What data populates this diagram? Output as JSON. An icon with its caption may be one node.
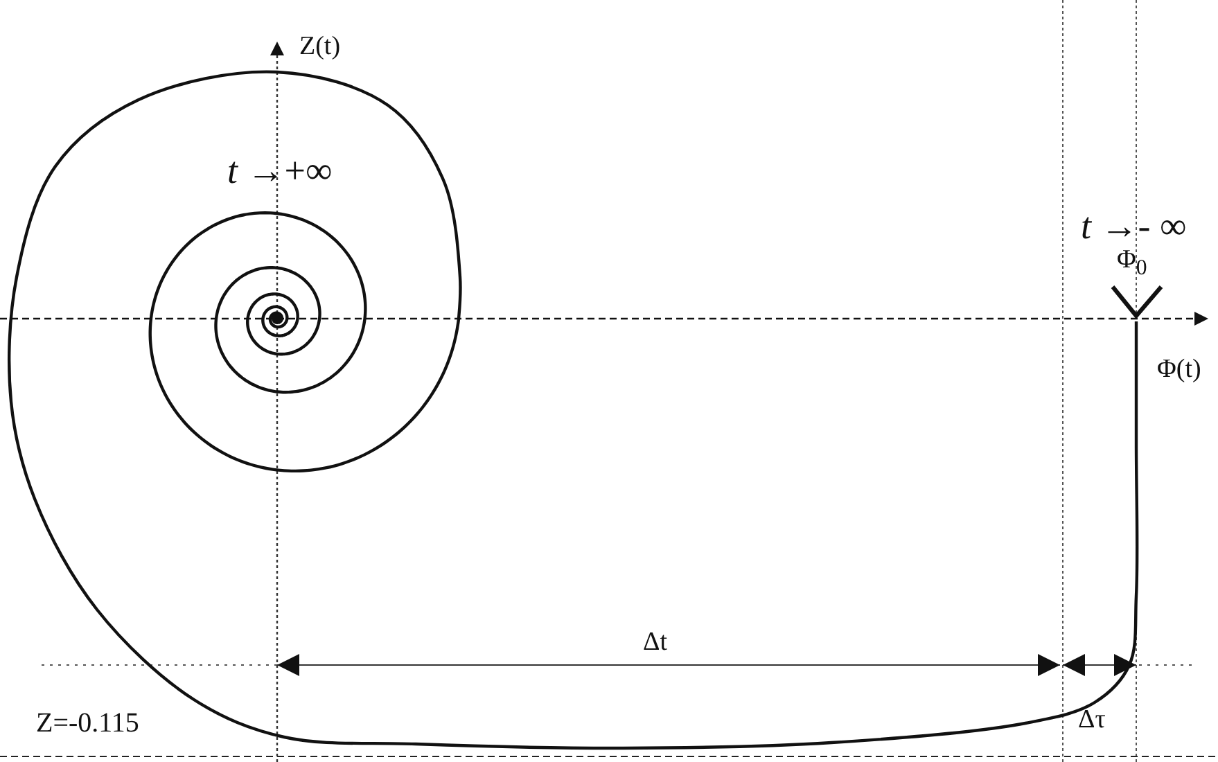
{
  "diagram": {
    "labels": [
      "Z(t)",
      "*t* →+∞",
      "*t* →- ∞",
      "Φ$_{0}$",
      "Φ(t)",
      "Δt",
      "Δτ",
      "Z=-0.115"
    ]
  }
}
